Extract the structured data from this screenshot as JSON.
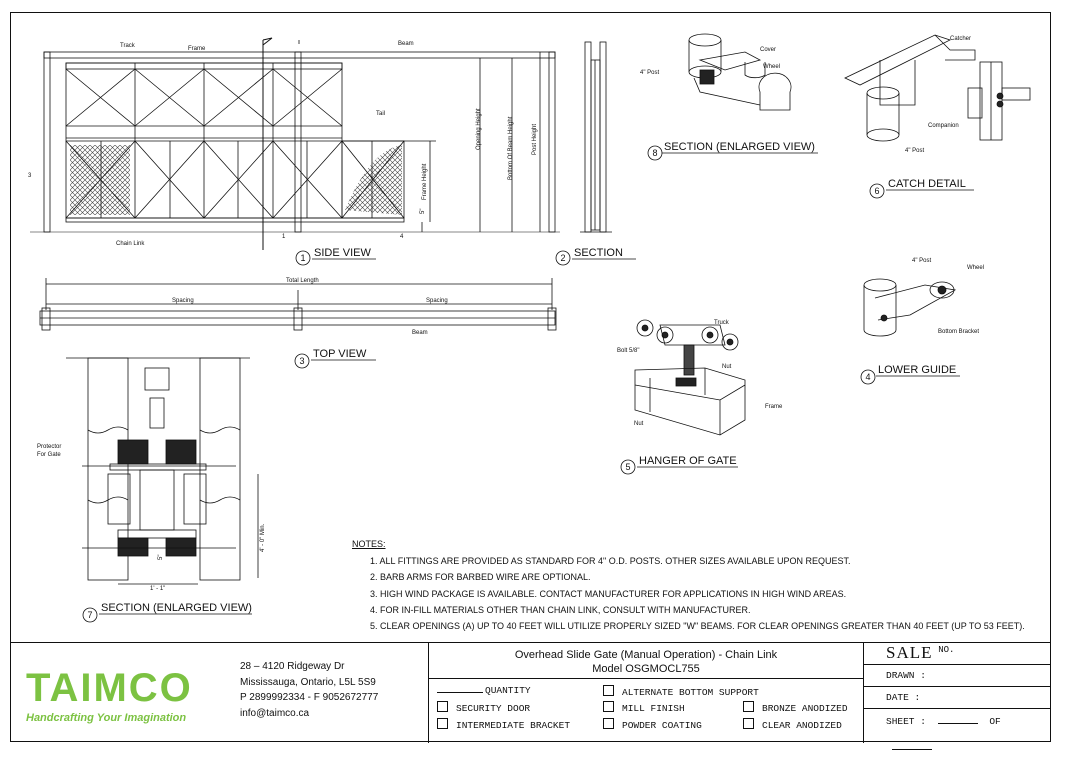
{
  "labels": {
    "track": "Track",
    "frame": "Frame",
    "beam": "Beam",
    "tail": "Tail",
    "opening_height": "Opening Height",
    "bottom_of_beam_height": "Bottom Of Beam Height",
    "post_height": "Post Height",
    "frame_height": "Frame Height",
    "five_inch": "5\"",
    "chain_link": "Chain Link",
    "total_length": "Total Length",
    "spacing": "Spacing",
    "cover": "Cover",
    "wheel": "Wheel",
    "post_4": "4\" Post",
    "catcher": "Catcher",
    "companion": "Companion",
    "truck": "Truck",
    "bolt": "Bolt 5/8\"",
    "nut": "Nut",
    "bottom_bracket": "Bottom Bracket",
    "protector": "Protector",
    "protector2": "For Gate",
    "dim_min": "4' - 0\" Min.",
    "dim_width": "1' - 1\"",
    "ref_1": "1",
    "ref_3": "3",
    "ref_4": "4"
  },
  "views": {
    "side_view": {
      "num": "1",
      "title": "SIDE VIEW"
    },
    "section": {
      "num": "2",
      "title": "SECTION"
    },
    "top_view": {
      "num": "3",
      "title": "TOP VIEW"
    },
    "lower_guide": {
      "num": "4",
      "title": "LOWER GUIDE"
    },
    "hanger": {
      "num": "5",
      "title": "HANGER OF GATE"
    },
    "catch_detail": {
      "num": "6",
      "title": "CATCH DETAIL"
    },
    "section_enlarged_7": {
      "num": "7",
      "title": "SECTION (ENLARGED VIEW)"
    },
    "section_enlarged_8": {
      "num": "8",
      "title": "SECTION (ENLARGED VIEW)"
    }
  },
  "notes": {
    "heading": "NOTES:",
    "items": [
      "1. ALL FITTINGS ARE PROVIDED AS STANDARD FOR 4\" O.D. POSTS. OTHER SIZES AVAILABLE UPON REQUEST.",
      "2. BARB ARMS FOR BARBED WIRE ARE OPTIONAL.",
      "3. HIGH WIND PACKAGE IS AVAILABLE. CONTACT MANUFACTURER FOR APPLICATIONS IN HIGH WIND AREAS.",
      "4. FOR IN-FILL MATERIALS OTHER THAN CHAIN LINK, CONSULT  WITH MANUFACTURER.",
      "5. CLEAR OPENINGS (A) UP TO 40 FEET WILL UTILIZE PROPERLY SIZED \"W\" BEAMS. FOR CLEAR OPENINGS GREATER THAN 40 FEET (UP TO 53  FEET)."
    ]
  },
  "company": {
    "logo_text": "TAIMCO",
    "tagline": "Handcrafting Your Imagination",
    "address1": "28 – 4120 Ridgeway Dr",
    "address2": "Mississauga, Ontario, L5L 5S9",
    "phone": "P 2899992334 - F 9052672777",
    "email": "info@taimco.ca",
    "colors": {
      "green": "#7cc242",
      "blue": "#1b4f9c"
    }
  },
  "title_block": {
    "title": "Overhead Slide Gate (Manual Operation) - Chain Link",
    "model": "Model OSGMOCL755",
    "quantity": "QUANTITY",
    "security_door": "SECURITY DOOR",
    "intermediate_bracket": "INTERMEDIATE BRACKET",
    "alternate_bottom_support": "ALTERNATE BOTTOM SUPPORT",
    "mill_finish": "MILL FINISH",
    "powder_coating": "POWDER COATING",
    "bronze_anodized": "BRONZE ANODIZED",
    "clear_anodized": "CLEAR ANODIZED",
    "sale": "SALE",
    "no": "NO.",
    "drawn": "DRAWN :",
    "date": "DATE :",
    "sheet": "SHEET :",
    "of": "OF"
  }
}
